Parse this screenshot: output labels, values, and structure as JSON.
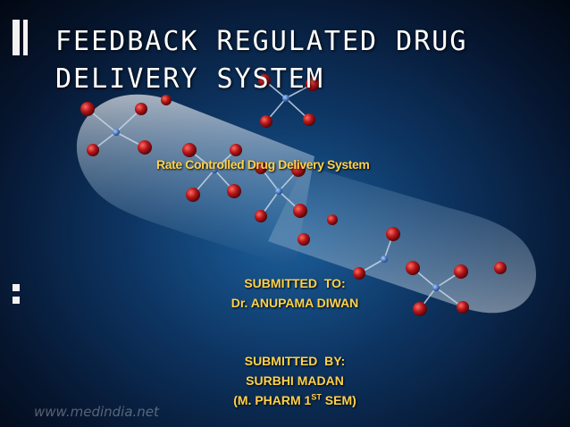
{
  "slide": {
    "title_line1": "FEEDBACK REGULATED DRUG",
    "title_line2": "DELIVERY SYSTEM",
    "subtitle": "Rate Controlled Drug Delivery System",
    "submitted_to": {
      "heading": "SUBMITTED  TO:",
      "name": "Dr. ANUPAMA DIWAN"
    },
    "submitted_by": {
      "heading": "SUBMITTED  BY:",
      "name": "SURBHI MADAN",
      "course_prefix": "(M. PHARM 1",
      "course_sup": "ST",
      "course_suffix": " SEM)"
    },
    "watermark": "www.medindia.net"
  },
  "colors": {
    "title": "#ffffff",
    "body_text": "#ffd24a",
    "background": "#0d3461",
    "atom_red": "#b3161b",
    "capsule": "#dfe9f2"
  },
  "icons": [
    "capsule",
    "molecule"
  ]
}
